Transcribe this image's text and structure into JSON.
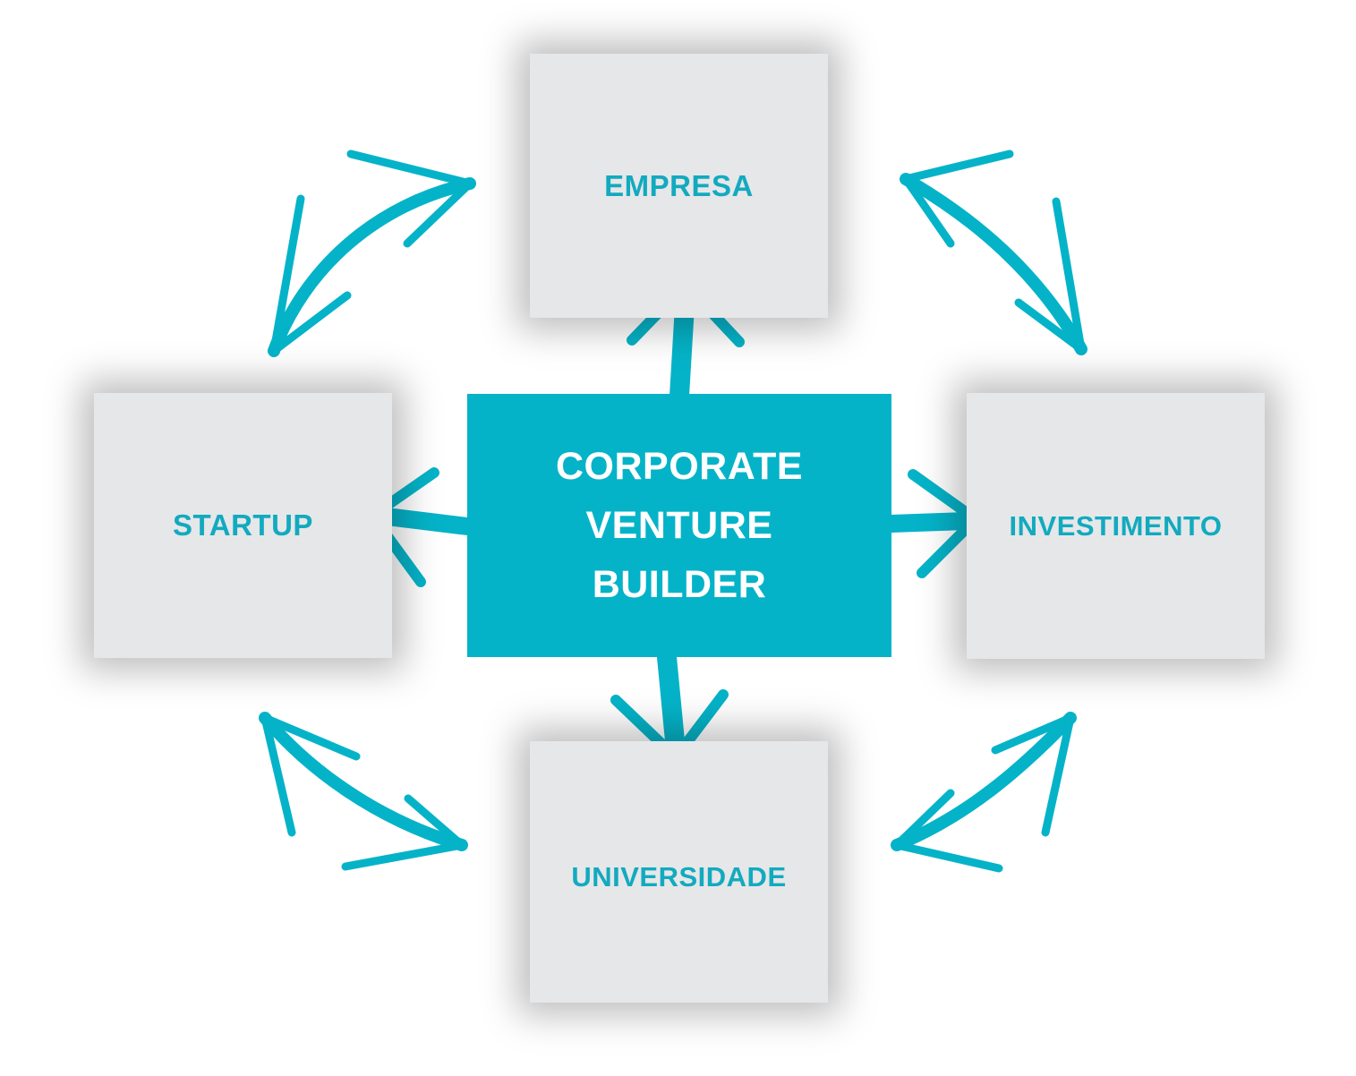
{
  "diagram": {
    "center": {
      "lines": [
        "CORPORATE",
        "VENTURE",
        "BUILDER"
      ]
    },
    "nodes": {
      "top": "EMPRESA",
      "left": "STARTUP",
      "right": "INVESTIMENTO",
      "bottom": "UNIVERSIDADE"
    },
    "connections": [
      {
        "from": "CORPORATE VENTURE BUILDER",
        "to": "EMPRESA",
        "type": "one-way"
      },
      {
        "from": "CORPORATE VENTURE BUILDER",
        "to": "STARTUP",
        "type": "one-way"
      },
      {
        "from": "CORPORATE VENTURE BUILDER",
        "to": "INVESTIMENTO",
        "type": "one-way"
      },
      {
        "from": "CORPORATE VENTURE BUILDER",
        "to": "UNIVERSIDADE",
        "type": "one-way"
      },
      {
        "from": "STARTUP",
        "to": "EMPRESA",
        "type": "two-way"
      },
      {
        "from": "EMPRESA",
        "to": "INVESTIMENTO",
        "type": "two-way"
      },
      {
        "from": "STARTUP",
        "to": "UNIVERSIDADE",
        "type": "two-way"
      },
      {
        "from": "INVESTIMENTO",
        "to": "UNIVERSIDADE",
        "type": "two-way"
      }
    ],
    "colors": {
      "accent": "#05b3c8",
      "box_fill": "#e6e7e9",
      "center_text": "#ffffff",
      "node_text": "#12aabf"
    }
  }
}
